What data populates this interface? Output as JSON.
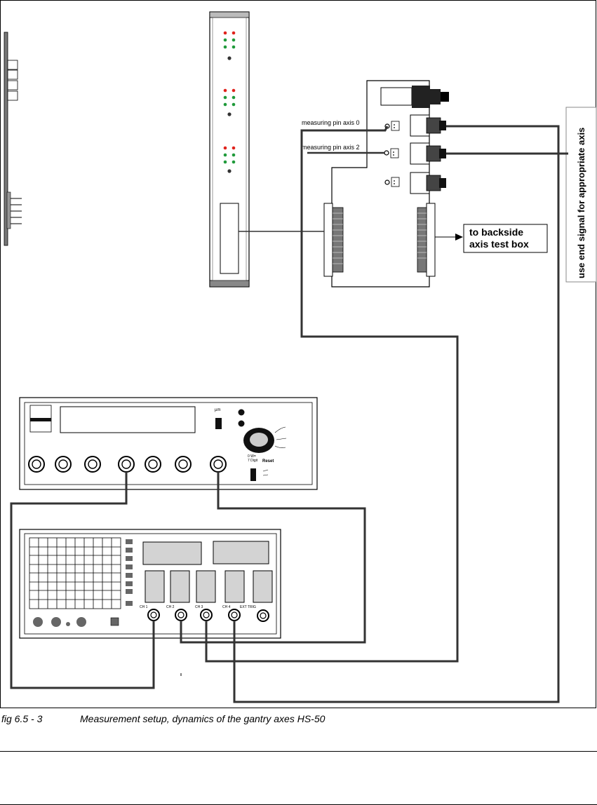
{
  "labels": {
    "measuring_pin_axis_0": "measuring pin axis 0",
    "measuring_pin_axis_2": "measuring pin axis 2",
    "to_backside_line1": "to backside",
    "to_backside_line2": "axis test box",
    "use_end_signal": "use end signal for appropriate axis",
    "generator_unit": "µm",
    "generator_small_a": "0 W=",
    "generator_small_b": "7 Digit",
    "generator_reset": "Reset",
    "scope_ch1": "CH 1",
    "scope_ch2": "CH 2",
    "scope_ch3": "CH 3",
    "scope_ch4": "CH 4",
    "scope_ext_trig": "EXT TRIG"
  },
  "caption": {
    "figure_number": "fig 6.5 - 3",
    "text": "Measurement setup, dynamics of the gantry axes HS-50"
  },
  "colors": {
    "led_red": "#e0231c",
    "led_green": "#1f9a3a",
    "panel_bg": "#ffffff",
    "button_fill": "#d3d3d3",
    "cable": "#333333"
  }
}
